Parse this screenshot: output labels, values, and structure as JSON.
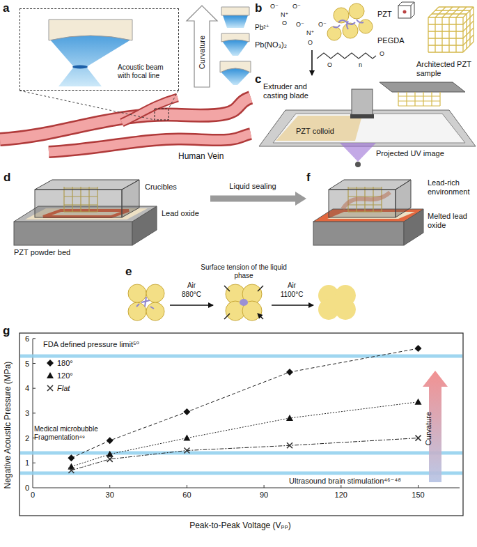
{
  "diagram": {
    "nodes": [
      {
        "text": [
          "Acoustic beam with focal line"
        ]
      },
      {
        "text": [
          "d",
          "Crucibles",
          "Lead oxide",
          "PZT powder bed"
        ]
      },
      {
        "text": [
          "f",
          "Lead-rich environment",
          "Melted lead oxide"
        ]
      }
    ],
    "edges": [
      {
        "from": 1,
        "to": 2,
        "arrow": "to",
        "label": "Liquid sealing"
      }
    ],
    "labels": [
      "a",
      "Curvature",
      "Human Vein",
      "b",
      "O⁻",
      "N⁺",
      "O⁻",
      "O",
      "Pb²⁺",
      "O⁻",
      "N⁺",
      "O⁻",
      "O",
      "Pb(NO₃)₂",
      "PZT",
      "PEGDA",
      "O",
      "n",
      "O",
      "Architected PZT sample",
      "c",
      "Extruder and casting blade",
      "PZT colloid",
      "Projected UV image",
      "e",
      "Air",
      "880°C",
      "Surface tension of the liquid phase",
      "Air",
      "1100°C",
      "g",
      "FDA defined pressure limit⁵⁰",
      "Medical microbubble Fragmentation⁴⁹",
      "Ultrasound brain stimulation⁴⁶⁻⁴⁸",
      "Curvature",
      "Negative Acoustic Pressure (MPa)",
      "Peak-to-Peak Voltage (Vₚₚ)",
      "0",
      "1",
      "2",
      "3",
      "4",
      "5",
      "6",
      "0",
      "30",
      "60",
      "90",
      "120",
      "150"
    ],
    "legend": [
      {
        "text": "180°"
      },
      {
        "text": "120°"
      },
      {
        "text": "Flat"
      }
    ]
  }
}
